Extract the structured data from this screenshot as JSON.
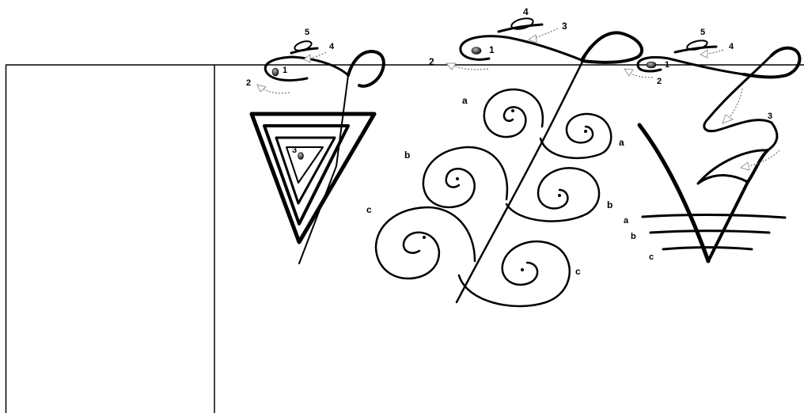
{
  "table": {
    "columns": 2,
    "left_cell_text": "",
    "right_cell_text": ""
  },
  "figures": {
    "triangle_symbol": {
      "labels": [
        "1",
        "2",
        "3",
        "4",
        "5"
      ]
    },
    "spiral_tree_symbol": {
      "labels": [
        "1",
        "2",
        "3",
        "4",
        "a",
        "a",
        "b",
        "b",
        "c",
        "c"
      ]
    },
    "v_bars_symbol": {
      "labels": [
        "1",
        "2",
        "3",
        "4",
        "5",
        "a",
        "b",
        "c"
      ]
    }
  }
}
